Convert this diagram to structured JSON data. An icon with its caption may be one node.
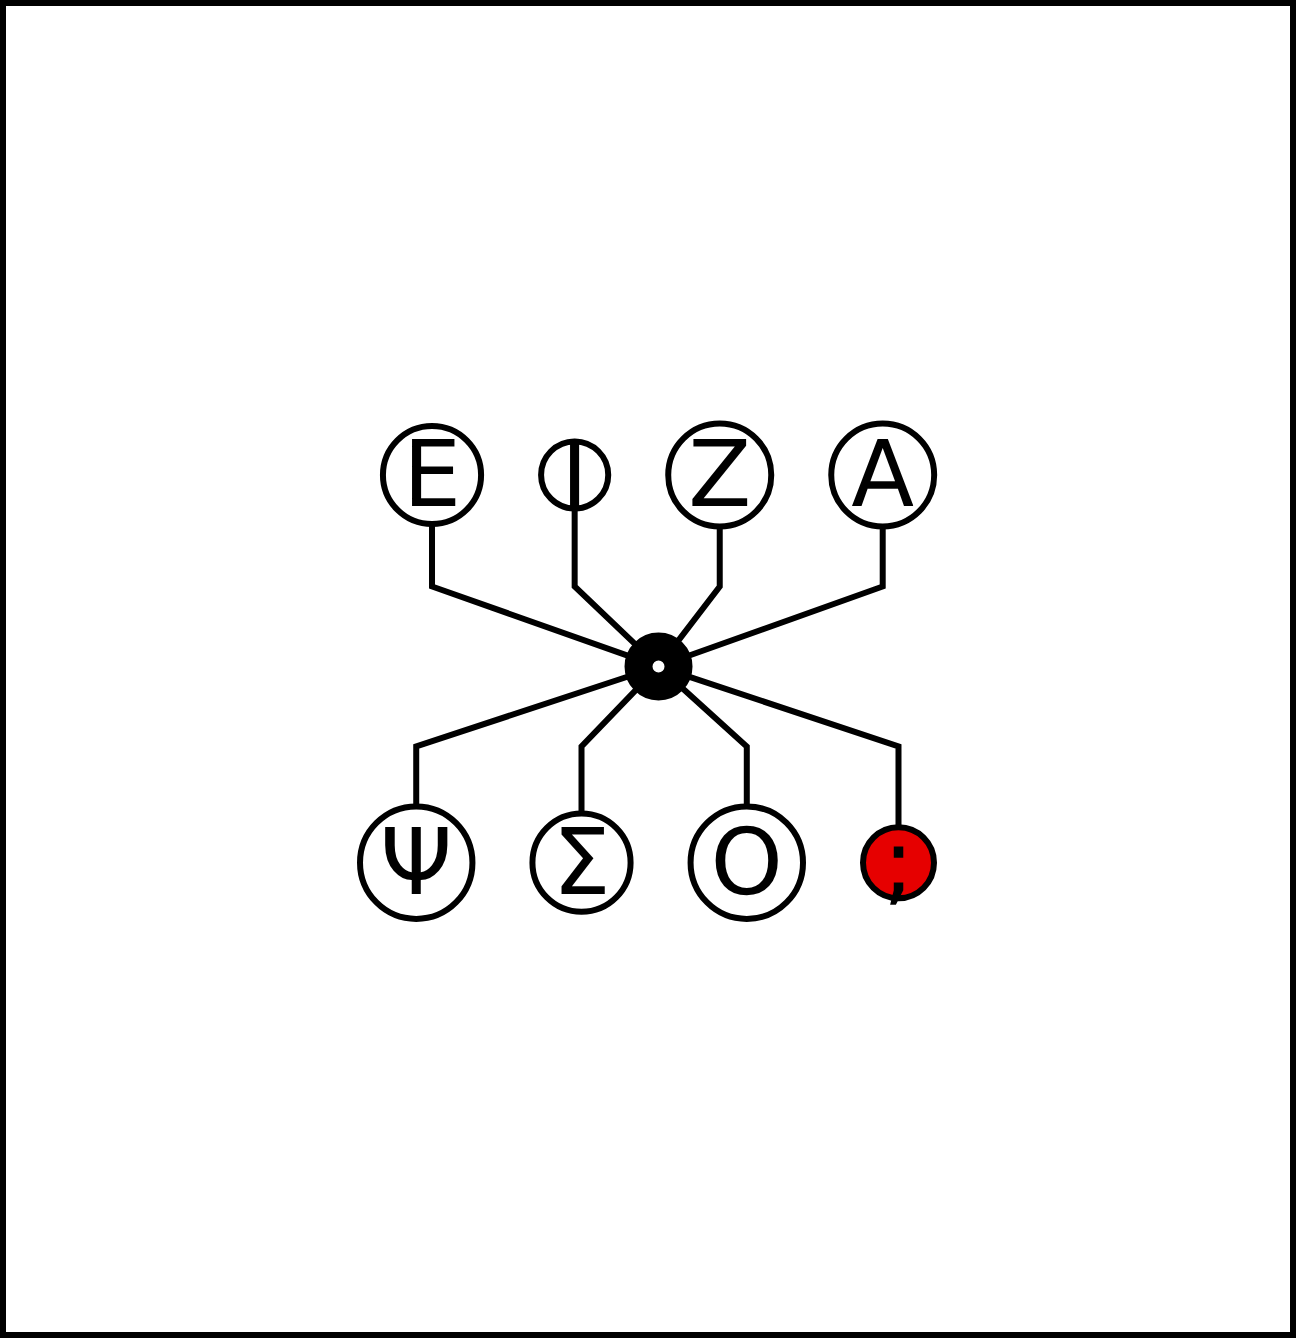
{
  "diagram": {
    "nodes": [
      {
        "text": [
          "Ε"
        ]
      },
      {
        "text": [
          "Ι"
        ]
      },
      {
        "text": [
          "Ζ"
        ]
      },
      {
        "text": [
          "Α"
        ]
      },
      {
        "text": [],
        "shape": "circle"
      },
      {
        "text": [
          "Ψ"
        ]
      },
      {
        "text": [
          "Σ"
        ]
      },
      {
        "text": [
          "Ο"
        ]
      },
      {
        "text": [
          ";"
        ]
      }
    ],
    "edges": [
      {
        "from": 0,
        "to": 4,
        "arrow": "none"
      },
      {
        "from": 1,
        "to": 4,
        "arrow": "none"
      },
      {
        "from": 2,
        "to": 4,
        "arrow": "none"
      },
      {
        "from": 3,
        "to": 4,
        "arrow": "none"
      },
      {
        "from": 4,
        "to": 5,
        "arrow": "none"
      },
      {
        "from": 4,
        "to": 6,
        "arrow": "none"
      },
      {
        "from": 4,
        "to": 7,
        "arrow": "none"
      },
      {
        "from": 4,
        "to": 8,
        "arrow": "none"
      }
    ]
  }
}
